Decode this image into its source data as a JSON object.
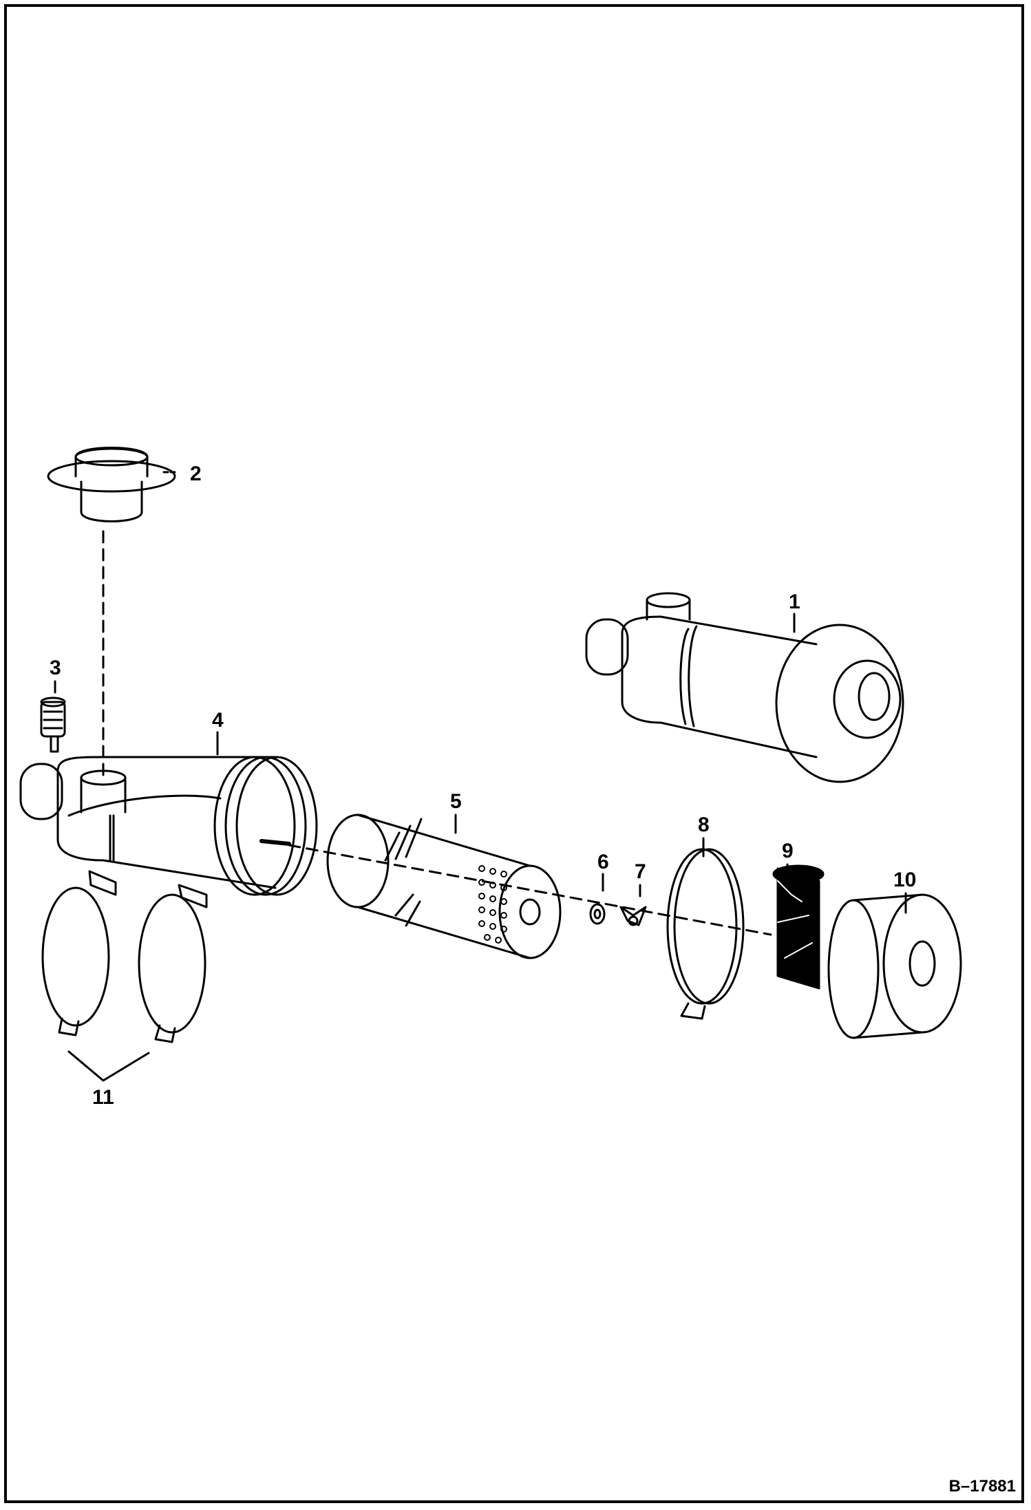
{
  "diagram": {
    "reference_code": "B–17881",
    "callouts": [
      {
        "id": "1",
        "label": "1"
      },
      {
        "id": "2",
        "label": "2"
      },
      {
        "id": "3",
        "label": "3"
      },
      {
        "id": "4",
        "label": "4"
      },
      {
        "id": "5",
        "label": "5"
      },
      {
        "id": "6",
        "label": "6"
      },
      {
        "id": "7",
        "label": "7"
      },
      {
        "id": "8",
        "label": "8"
      },
      {
        "id": "9",
        "label": "9"
      },
      {
        "id": "10",
        "label": "10"
      },
      {
        "id": "11",
        "label": "11"
      }
    ]
  },
  "colors": {
    "ink": "#000000",
    "paper": "#ffffff"
  }
}
